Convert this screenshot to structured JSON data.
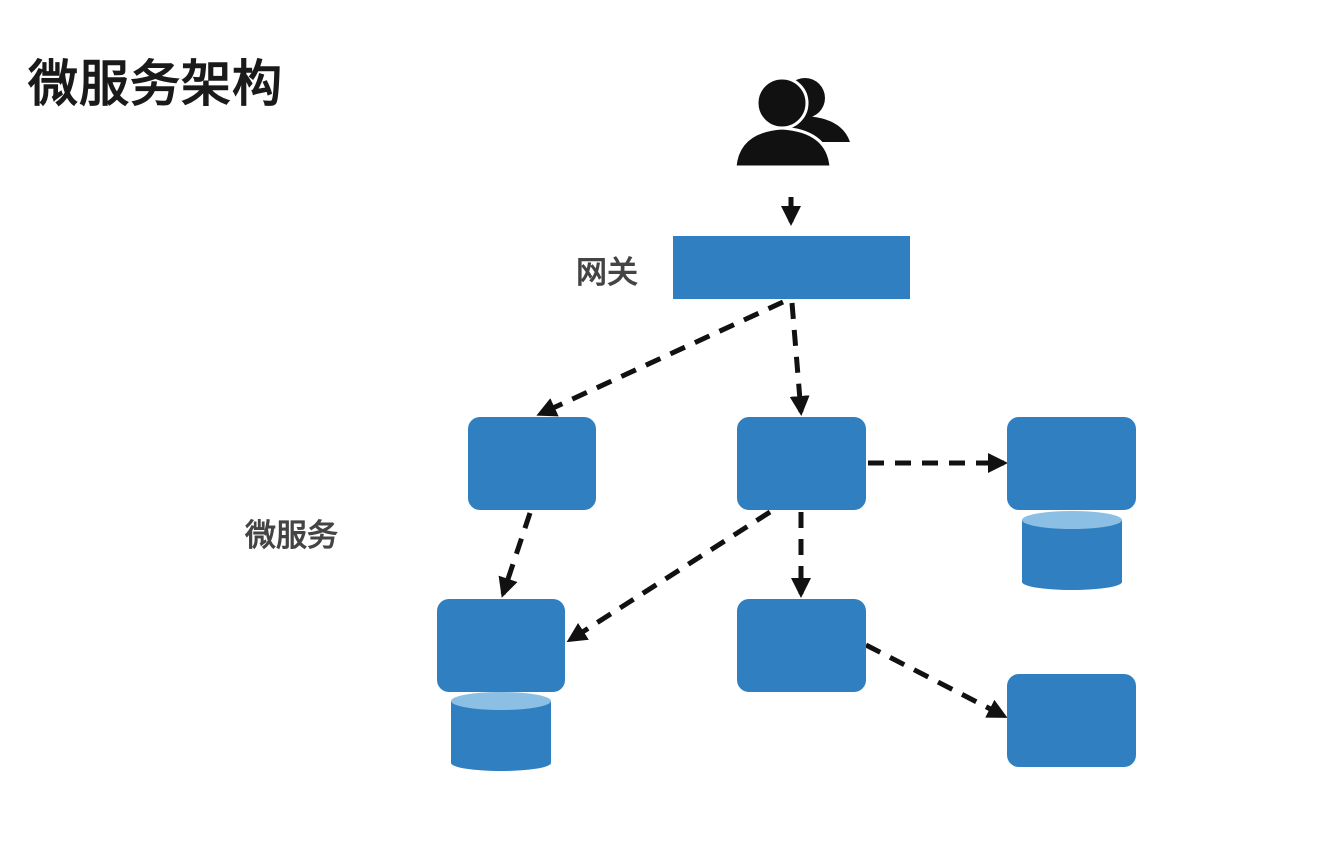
{
  "title": "微服务架构",
  "labels": {
    "gateway": "网关",
    "microservice": "微服务"
  },
  "icons": {
    "users": "users-group-icon",
    "database": "database-cylinder-icon"
  },
  "colors": {
    "node": "#2f7fc1",
    "node_light": "#8bbfe3",
    "arrow": "#111111",
    "text": "#1a1a1a"
  }
}
